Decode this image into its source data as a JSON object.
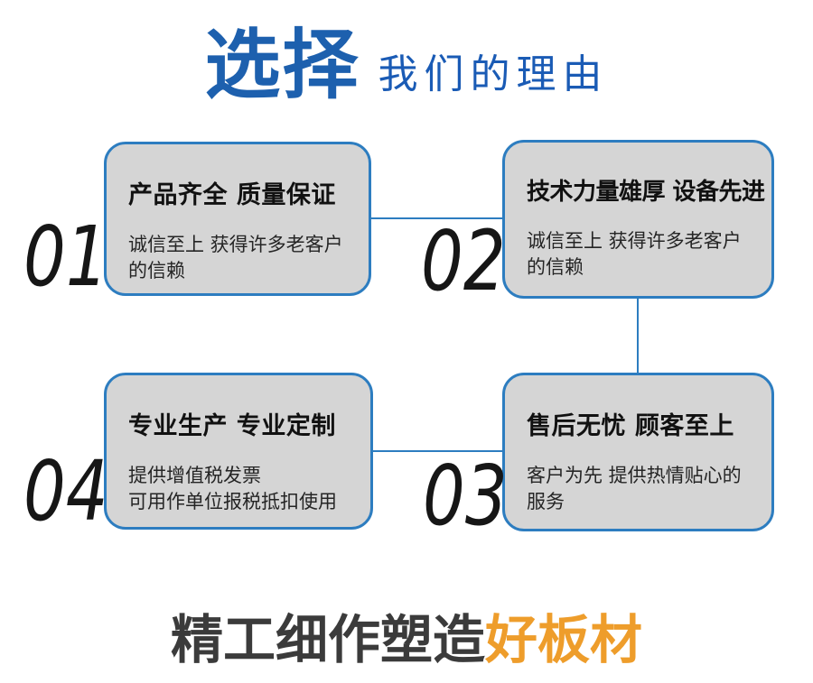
{
  "header": {
    "title_main": "选择",
    "title_sub": "我们的理由"
  },
  "cards": [
    {
      "number": "01",
      "title": "产品齐全 质量保证",
      "desc_line1": "诚信至上 获得许多老客户",
      "desc_line2": "的信赖"
    },
    {
      "number": "02",
      "title": "技术力量雄厚 设备先进",
      "desc_line1": "诚信至上 获得许多老客户",
      "desc_line2": "的信赖"
    },
    {
      "number": "03",
      "title": "售后无忧 顾客至上",
      "desc_line1": "客户为先 提供热情贴心的",
      "desc_line2": "服务"
    },
    {
      "number": "04",
      "title": "专业生产 专业定制",
      "desc_line1": "提供增值税发票",
      "desc_line2": "可用作单位报税抵扣使用"
    }
  ],
  "footer": {
    "heading_dark": "精工细作塑造",
    "heading_accent": "好板材"
  },
  "colors": {
    "title_blue": "#1d60ae",
    "subtitle_blue": "#1a5bb5",
    "card_border_blue": "#2d7dc0",
    "card_background": "#d5d5d5",
    "number_black": "#161616",
    "heading_dark_gray": "#3b3b3b",
    "heading_accent_orange": "#ee9d2b"
  }
}
